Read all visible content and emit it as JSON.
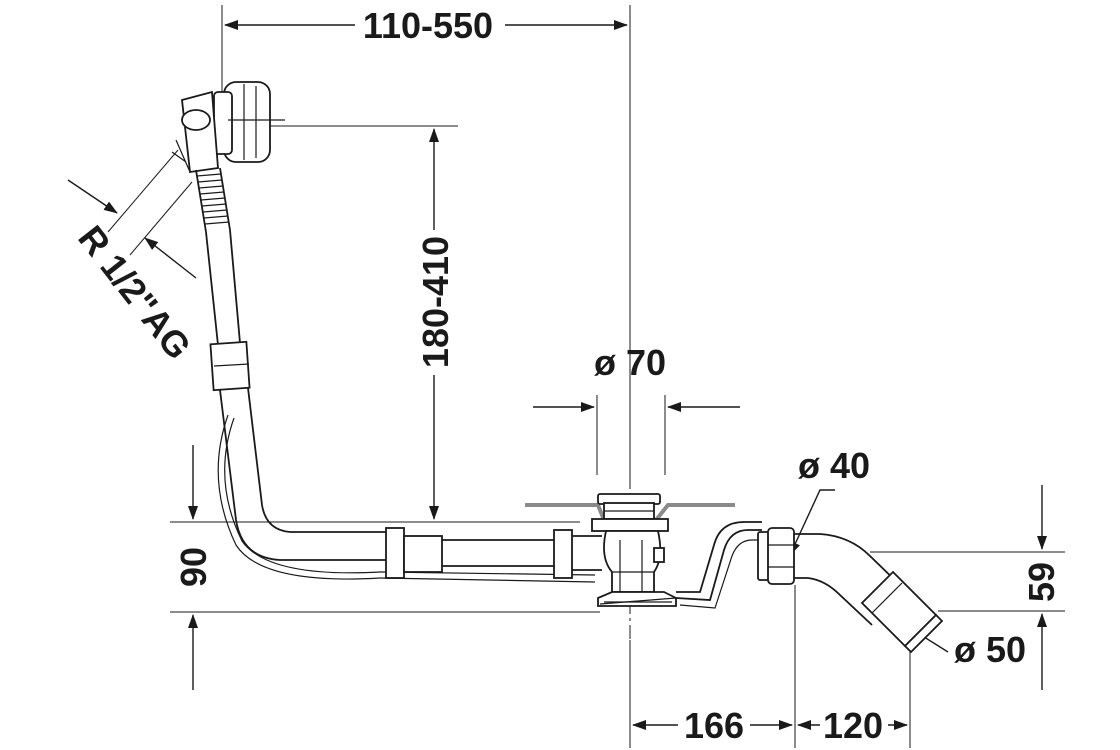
{
  "dimensions": {
    "overall_width": "110-550",
    "overflow_height": "180-410",
    "drain_diameter": "ø 70",
    "outlet_diameter": "ø 40",
    "pipe_diameter": "ø 50",
    "thread_size": "R 1/2\"AG",
    "left_height": "90",
    "right_height": "59",
    "dist_center_outlet": "166",
    "dist_outlet_end": "120"
  }
}
